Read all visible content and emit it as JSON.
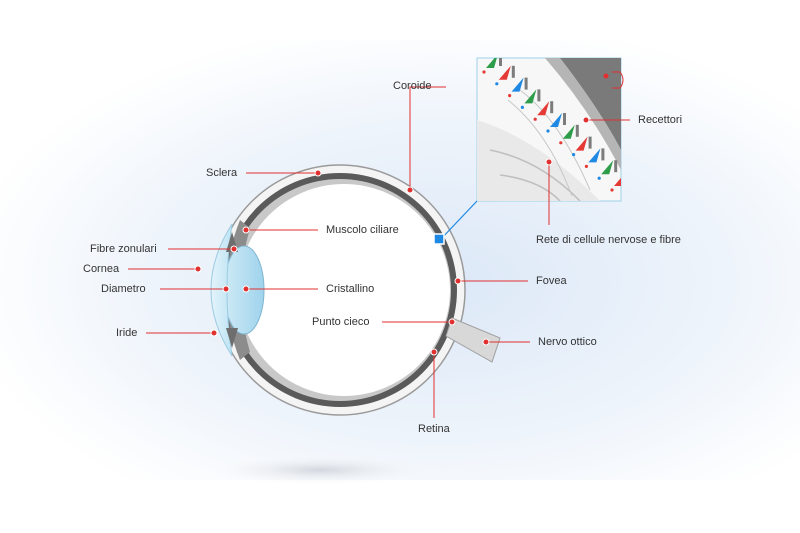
{
  "labels": {
    "coroide": "Coroide",
    "recettori": "Recettori",
    "sclera": "Sclera",
    "fibre_zonulari": "Fibre zonulari",
    "muscolo_ciliare": "Muscolo ciliare",
    "rete": "Rete di cellule nervose e fibre",
    "cornea": "Cornea",
    "diametro": "Diametro",
    "cristallino": "Cristallino",
    "fovea": "Fovea",
    "punto_cieco": "Punto cieco",
    "iride": "Iride",
    "nervo_ottico": "Nervo ottico",
    "retina": "Retina"
  },
  "colors": {
    "leader": "#e03030",
    "accent": "#1e88e5",
    "receptor_green": "#2e9d4a",
    "receptor_red": "#e53935",
    "receptor_blue": "#1e88e5"
  }
}
